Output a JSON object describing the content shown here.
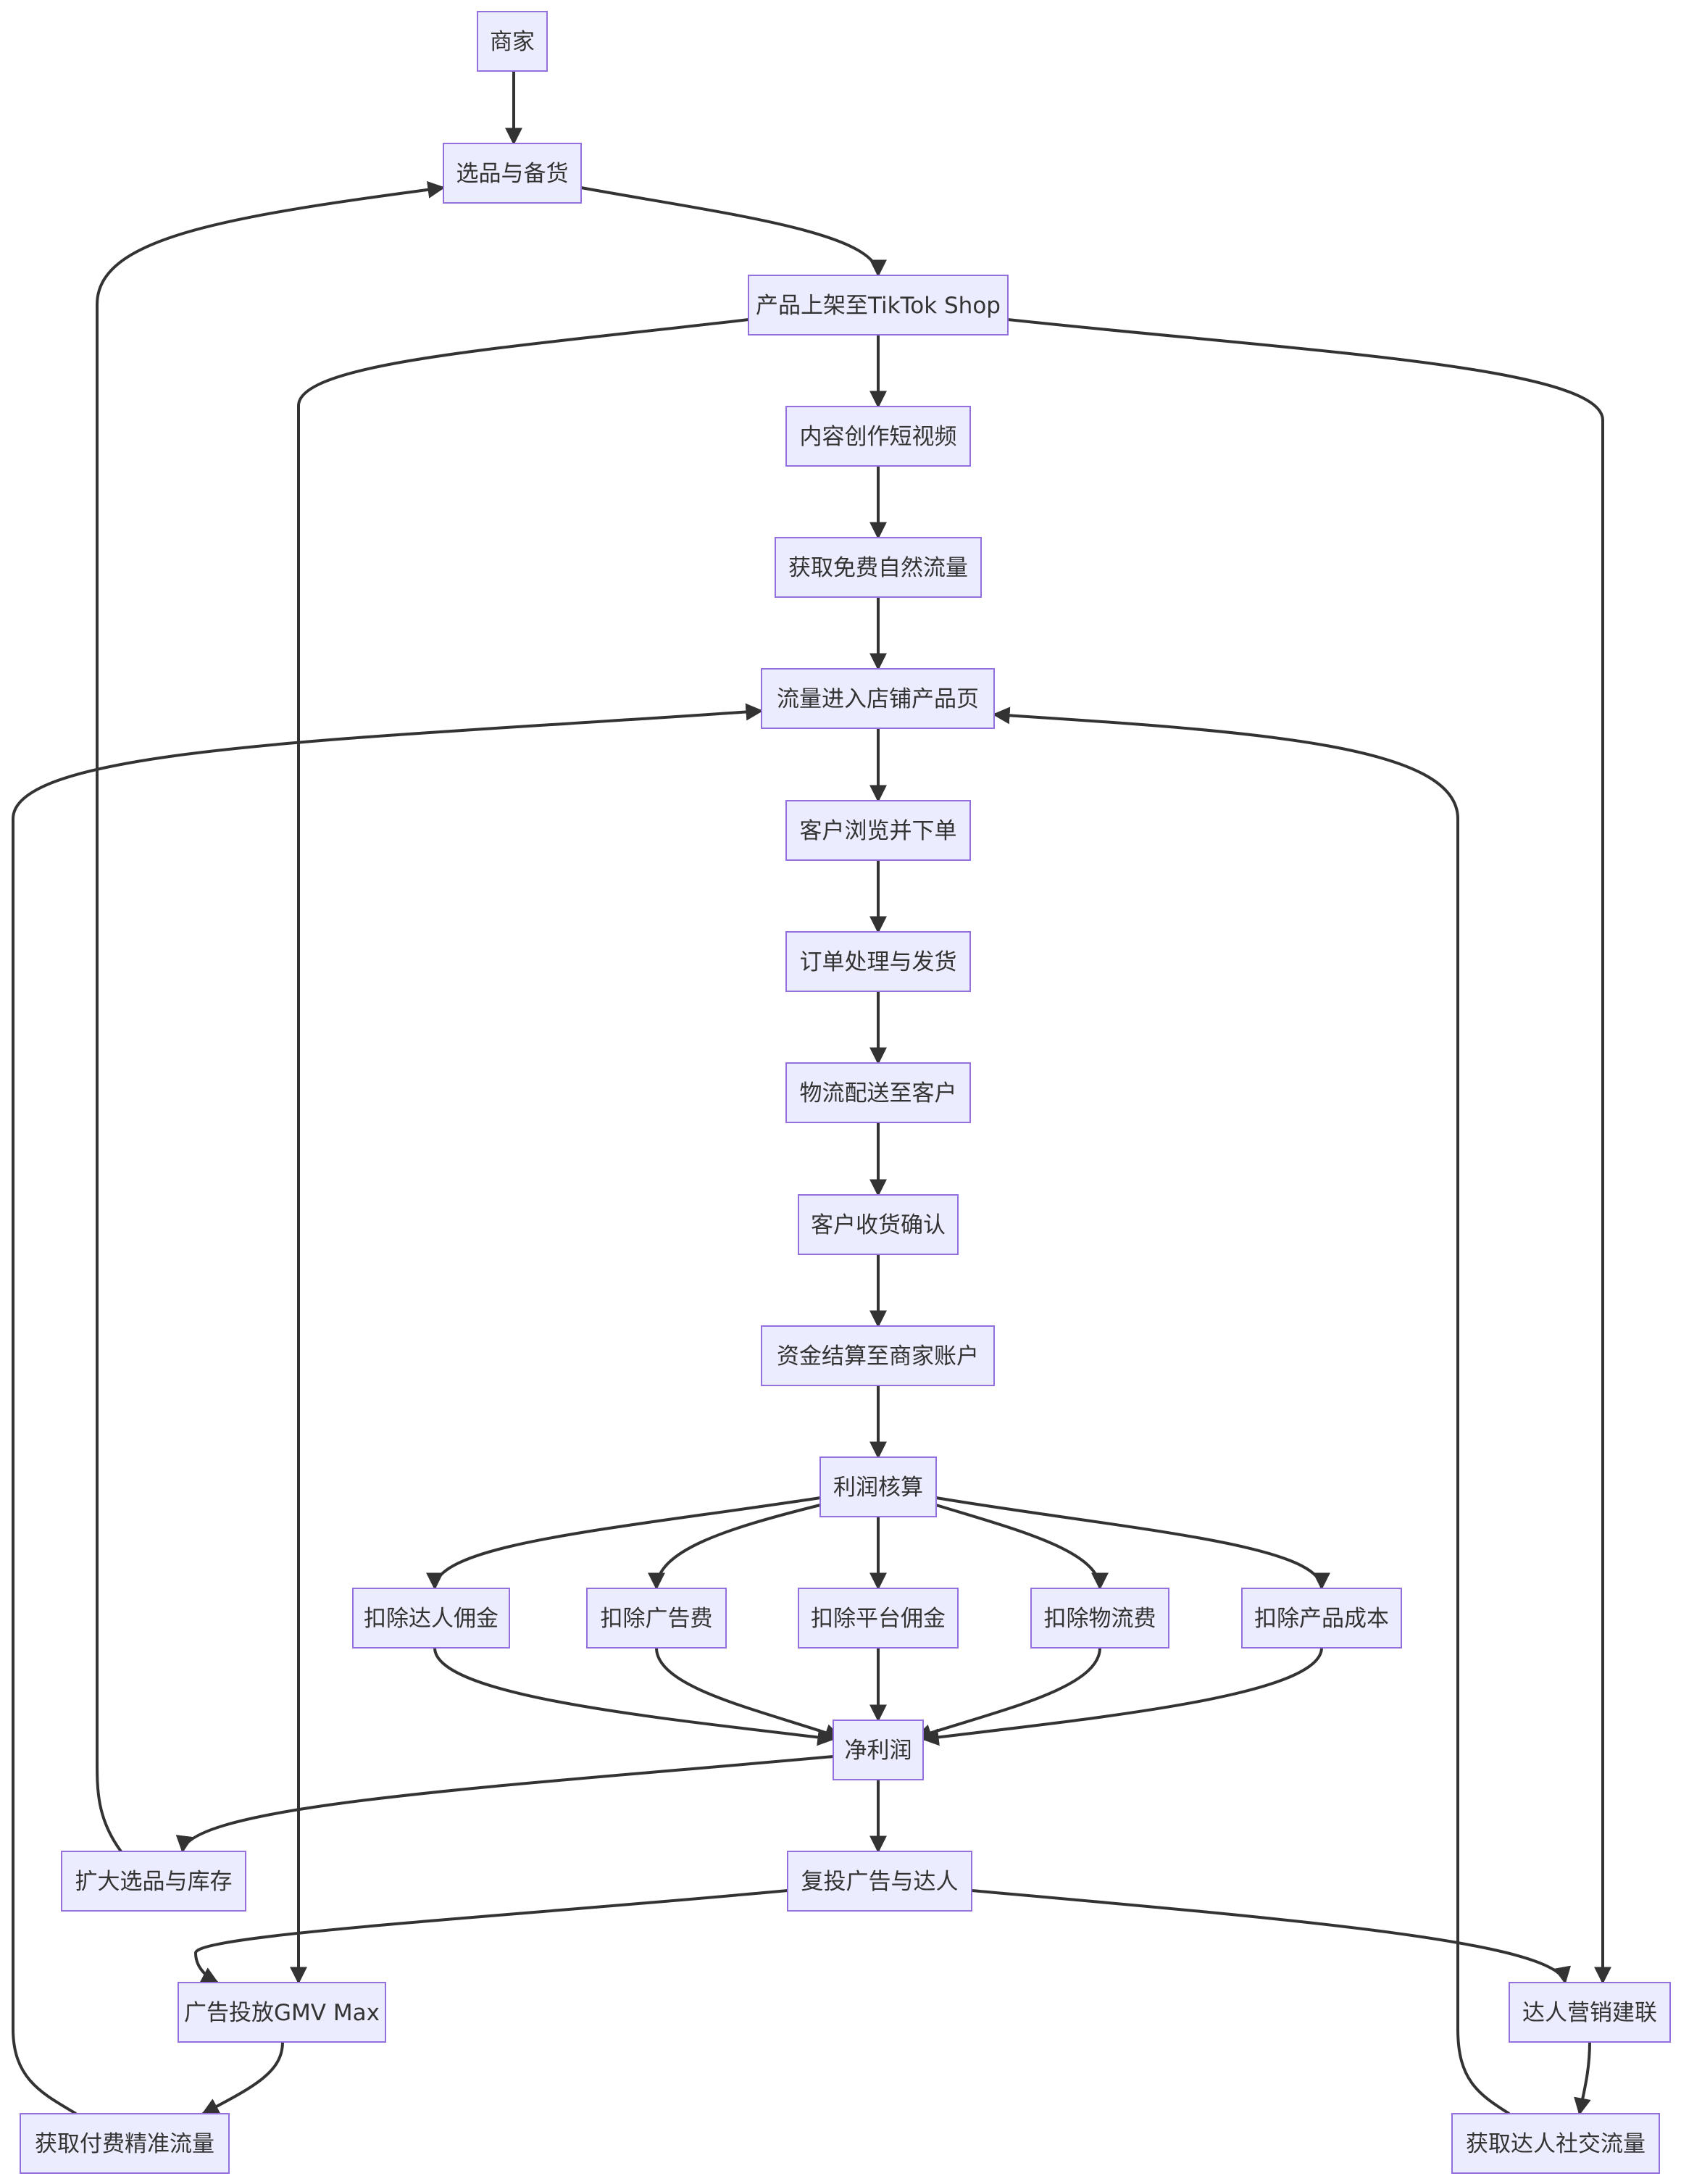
{
  "diagram": {
    "type": "flowchart",
    "nodes": [
      {
        "id": "merchant",
        "label": "商家"
      },
      {
        "id": "select",
        "label": "选品与备货"
      },
      {
        "id": "listing",
        "label": "产品上架至TikTok Shop"
      },
      {
        "id": "content",
        "label": "内容创作短视频"
      },
      {
        "id": "organic",
        "label": "获取免费自然流量"
      },
      {
        "id": "store_page",
        "label": "流量进入店铺产品页"
      },
      {
        "id": "browse",
        "label": "客户浏览并下单"
      },
      {
        "id": "fulfil",
        "label": "订单处理与发货"
      },
      {
        "id": "delivery",
        "label": "物流配送至客户"
      },
      {
        "id": "receipt",
        "label": "客户收货确认"
      },
      {
        "id": "settle",
        "label": "资金结算至商家账户"
      },
      {
        "id": "profit",
        "label": "利润核算"
      },
      {
        "id": "ded_creator",
        "label": "扣除达人佣金"
      },
      {
        "id": "ded_ads",
        "label": "扣除广告费"
      },
      {
        "id": "ded_platform",
        "label": "扣除平台佣金"
      },
      {
        "id": "ded_logistics",
        "label": "扣除物流费"
      },
      {
        "id": "ded_cost",
        "label": "扣除产品成本"
      },
      {
        "id": "net",
        "label": "净利润"
      },
      {
        "id": "expand",
        "label": "扩大选品与库存"
      },
      {
        "id": "reinvest",
        "label": "复投广告与达人"
      },
      {
        "id": "gmv",
        "label": "广告投放GMV Max"
      },
      {
        "id": "creator",
        "label": "达人营销建联"
      },
      {
        "id": "paid",
        "label": "获取付费精准流量"
      },
      {
        "id": "social",
        "label": "获取达人社交流量"
      }
    ],
    "edges": [
      {
        "from": "merchant",
        "to": "select"
      },
      {
        "from": "select",
        "to": "listing"
      },
      {
        "from": "listing",
        "to": "content"
      },
      {
        "from": "listing",
        "to": "gmv"
      },
      {
        "from": "listing",
        "to": "creator"
      },
      {
        "from": "content",
        "to": "organic"
      },
      {
        "from": "organic",
        "to": "store_page"
      },
      {
        "from": "store_page",
        "to": "browse"
      },
      {
        "from": "browse",
        "to": "fulfil"
      },
      {
        "from": "fulfil",
        "to": "delivery"
      },
      {
        "from": "delivery",
        "to": "receipt"
      },
      {
        "from": "receipt",
        "to": "settle"
      },
      {
        "from": "settle",
        "to": "profit"
      },
      {
        "from": "profit",
        "to": "ded_creator"
      },
      {
        "from": "profit",
        "to": "ded_ads"
      },
      {
        "from": "profit",
        "to": "ded_platform"
      },
      {
        "from": "profit",
        "to": "ded_logistics"
      },
      {
        "from": "profit",
        "to": "ded_cost"
      },
      {
        "from": "ded_creator",
        "to": "net"
      },
      {
        "from": "ded_ads",
        "to": "net"
      },
      {
        "from": "ded_platform",
        "to": "net"
      },
      {
        "from": "ded_logistics",
        "to": "net"
      },
      {
        "from": "ded_cost",
        "to": "net"
      },
      {
        "from": "net",
        "to": "expand"
      },
      {
        "from": "net",
        "to": "reinvest"
      },
      {
        "from": "expand",
        "to": "select"
      },
      {
        "from": "reinvest",
        "to": "gmv"
      },
      {
        "from": "reinvest",
        "to": "creator"
      },
      {
        "from": "gmv",
        "to": "paid"
      },
      {
        "from": "creator",
        "to": "social"
      },
      {
        "from": "paid",
        "to": "store_page"
      },
      {
        "from": "social",
        "to": "store_page"
      }
    ],
    "colors": {
      "node_fill": "#ECECFF",
      "node_border": "#9370DB",
      "edge": "#333333",
      "text": "#333333"
    }
  }
}
